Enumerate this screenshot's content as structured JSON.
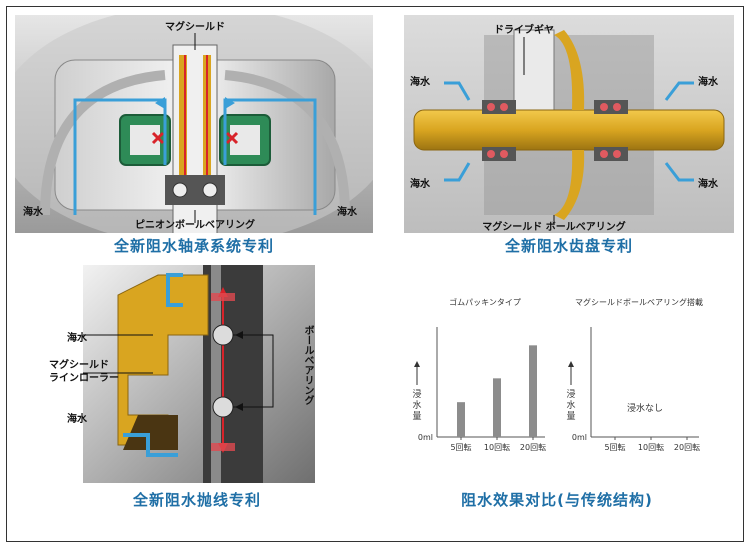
{
  "captions": {
    "top_left": "全新阻水轴承系统专利",
    "top_right": "全新阻水齿盘专利",
    "bottom_left": "全新阻水抛线专利",
    "bottom_right": "阻水效果对比(与传统结构)"
  },
  "diagram1": {
    "label_top": "マグシールド",
    "label_bottom": "ピニオンボールベアリング",
    "label_left": "海水",
    "label_right": "海水"
  },
  "diagram2": {
    "label_top": "ドライブギヤ",
    "label_sea_tl": "海水",
    "label_sea_tr": "海水",
    "label_sea_bl": "海水",
    "label_sea_br": "海水",
    "label_bottom": "マグシールド ボールベアリング"
  },
  "diagram3": {
    "label_sea_top": "海水",
    "label_magshield_1": "マグシールド",
    "label_magshield_2": "ラインローラー",
    "label_sea_bottom": "海水",
    "label_vertical": "ボールベアリング"
  },
  "chart_data": [
    {
      "type": "bar",
      "title": "ゴムパッキンタイプ",
      "ylabel": "浸水量",
      "y_zero_label": "0ml",
      "categories": [
        "5回転",
        "10回転",
        "20回転"
      ],
      "values": [
        38,
        64,
        100
      ],
      "ylim": [
        0,
        120
      ],
      "grid": false,
      "color": "#8c8c8c"
    },
    {
      "type": "bar",
      "title": "マグシールドボールベアリング搭載",
      "ylabel": "浸水量",
      "y_zero_label": "0ml",
      "categories": [
        "5回転",
        "10回転",
        "20回転"
      ],
      "values": [
        0,
        0,
        0
      ],
      "annotation": "浸水なし",
      "ylim": [
        0,
        120
      ],
      "grid": false,
      "color": "#8c8c8c"
    }
  ],
  "colors": {
    "caption": "#1f6fa6",
    "water_line": "#3a9fd8",
    "seal_red": "#d8232a",
    "gold": "#d9a520",
    "seal_green": "#2e8b57"
  }
}
